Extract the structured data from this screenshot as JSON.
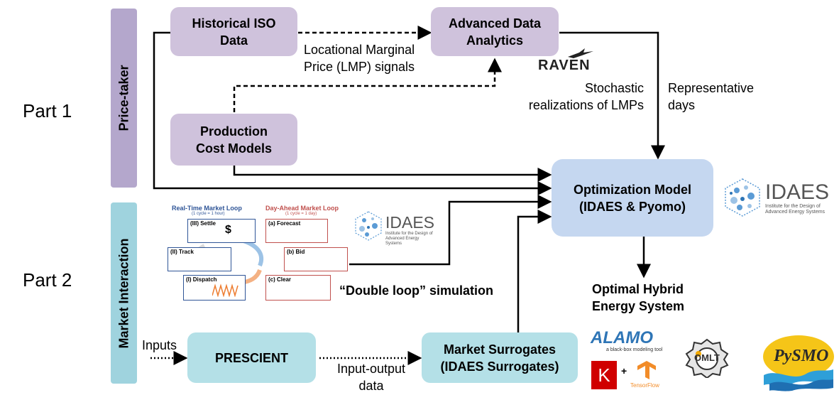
{
  "parts": {
    "part1": "Part 1",
    "part2": "Part 2"
  },
  "bands": {
    "price_taker": "Price-taker",
    "market_interaction": "Market Interaction"
  },
  "boxes": {
    "historical_iso": "Historical ISO\nData",
    "advanced_analytics": "Advanced Data\nAnalytics",
    "production_cost": "Production\nCost Models",
    "optimization": "Optimization Model\n(IDAES & Pyomo)",
    "prescient": "PRESCIENT",
    "market_surrogates": "Market Surrogates\n(IDAES Surrogates)"
  },
  "labels": {
    "lmp_signals": "Locational Marginal\nPrice (LMP) signals",
    "stochastic": "Stochastic\nrealizations of LMPs",
    "representative": "Representative\ndays",
    "double_loop": "“Double loop” simulation",
    "optimal_hybrid": "Optimal Hybrid\nEnergy System",
    "inputs": "Inputs",
    "input_output": "Input-output\ndata"
  },
  "double_loop": {
    "rt_title": "Real-Time Market Loop",
    "rt_sub": "(1 cycle = 1 hour)",
    "da_title": "Day-Ahead Market Loop",
    "da_sub": "(1 cycle = 1 day)",
    "panels": {
      "settle": "(III) Settle",
      "track": "(II) Track",
      "dispatch": "(I) Dispatch",
      "forecast": "(a) Forecast",
      "bid": "(b) Bid",
      "clear": "(c) Clear"
    }
  },
  "logos": {
    "raven": "RAVEN",
    "idaes": "IDAES",
    "idaes_sub": "Institute for the Design of Advanced Energy Systems",
    "alamo": "ALAMO",
    "alamo_sub": "a black-box modeling tool",
    "keras": "K",
    "plus": "+",
    "tensorflow": "TensorFlow",
    "omlt": "OMLT",
    "pysmo": "PySMO"
  },
  "colors": {
    "purple_box": "#cfc2dc",
    "purple_band": "#b4a7cc",
    "teal_box": "#b4e0e7",
    "teal_band": "#9fd3de",
    "blue_box": "#c5d7f0",
    "rt_blue": "#2f5597",
    "da_red": "#c0504d"
  }
}
